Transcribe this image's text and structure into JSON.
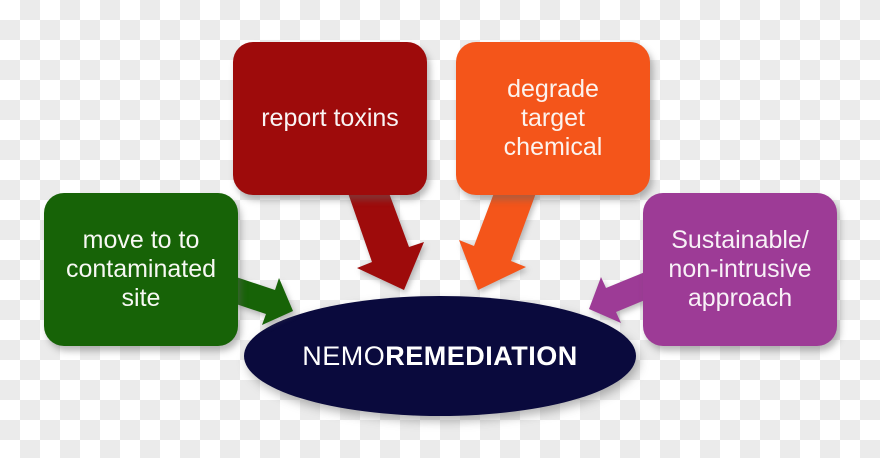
{
  "background": {
    "checker_white": "#ffffff",
    "checker_gray": "#ebebeb"
  },
  "center": {
    "label_regular": "NEMO",
    "label_bold": "REMEDIATION",
    "fill": "#0a0a3d",
    "text_color": "#ffffff"
  },
  "nodes": [
    {
      "id": "move-to-contaminated-site",
      "label": "move to to\ncontaminated\nsite",
      "color": "#176307",
      "text_color": "#f7f8f3"
    },
    {
      "id": "report-toxins",
      "label": "report toxins",
      "color": "#9e0b0b",
      "text_color": "#f9f4f4"
    },
    {
      "id": "degrade-target-chemical",
      "label": "degrade\ntarget\nchemical",
      "color": "#f4551a",
      "text_color": "#fcf3ee"
    },
    {
      "id": "sustainable-non-intrusive-approach",
      "label": "Sustainable/\nnon-intrusive\napproach",
      "color": "#9d3b96",
      "text_color": "#f8f1f7"
    }
  ]
}
